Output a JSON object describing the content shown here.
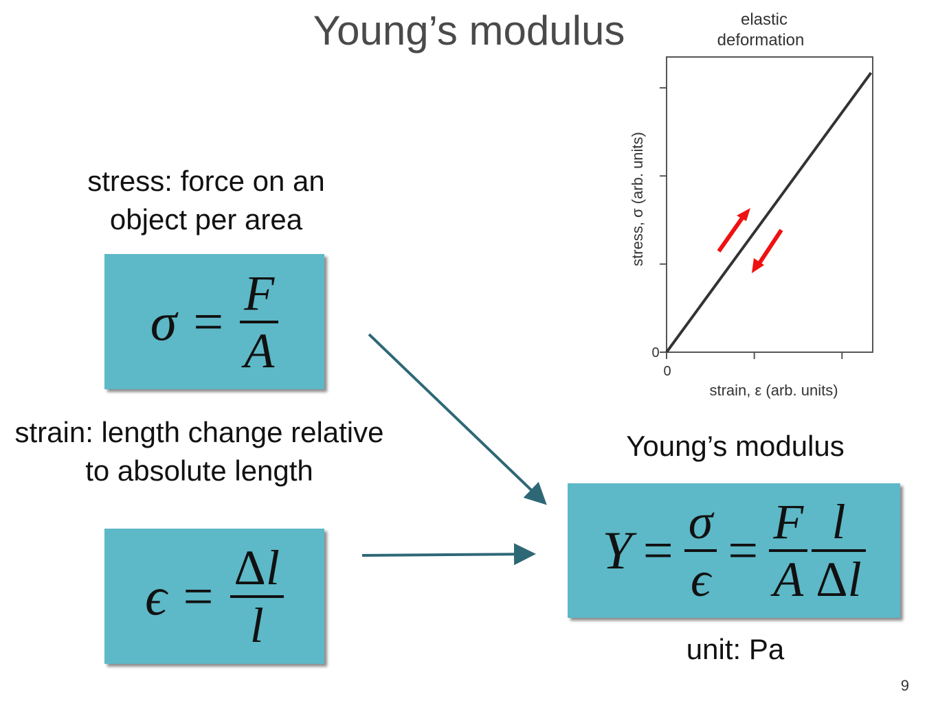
{
  "slide": {
    "title": "Young’s modulus",
    "page_number": "9"
  },
  "stress": {
    "label_line1": "stress: force on an",
    "label_line2": "object per area",
    "equation": {
      "lhs": "σ",
      "equals": "=",
      "numerator": "F",
      "denominator": "A"
    }
  },
  "strain": {
    "label_line1": "strain: length change relative",
    "label_line2": "to absolute length",
    "equation": {
      "lhs": "ϵ",
      "equals": "=",
      "numerator_delta": "Δ",
      "numerator": "l",
      "denominator": "l"
    }
  },
  "youngs": {
    "label": "Young’s modulus",
    "equation": {
      "lhs": "Y",
      "equals1": "=",
      "num1": "σ",
      "den1": "ϵ",
      "equals2": "=",
      "num2": "F",
      "den2": "A",
      "num3": "l",
      "den3_delta": "Δ",
      "den3": "l"
    },
    "unit": "unit: Pa"
  },
  "chart_data": {
    "type": "line",
    "title": "elastic deformation",
    "title_line1": "elastic",
    "title_line2": "deformation",
    "xlabel": "strain, ε (arb. units)",
    "ylabel": "stress, σ (arb. units)",
    "x_tick_label": "0",
    "y_tick_label": "0",
    "xlim": [
      0,
      2.35
    ],
    "ylim": [
      0,
      3.35
    ],
    "x_ticks": [
      0,
      1,
      2
    ],
    "y_ticks": [
      0,
      1,
      2,
      3
    ],
    "series": [
      {
        "x": [
          0,
          2.33
        ],
        "y": [
          0,
          3.17
        ]
      }
    ],
    "annotations": [
      {
        "kind": "arrow",
        "direction": "up",
        "color": "#ee1111"
      },
      {
        "kind": "arrow",
        "direction": "down",
        "color": "#ee1111"
      }
    ],
    "line_color": "#333333"
  },
  "connectors": {
    "color": "#2e6876"
  }
}
